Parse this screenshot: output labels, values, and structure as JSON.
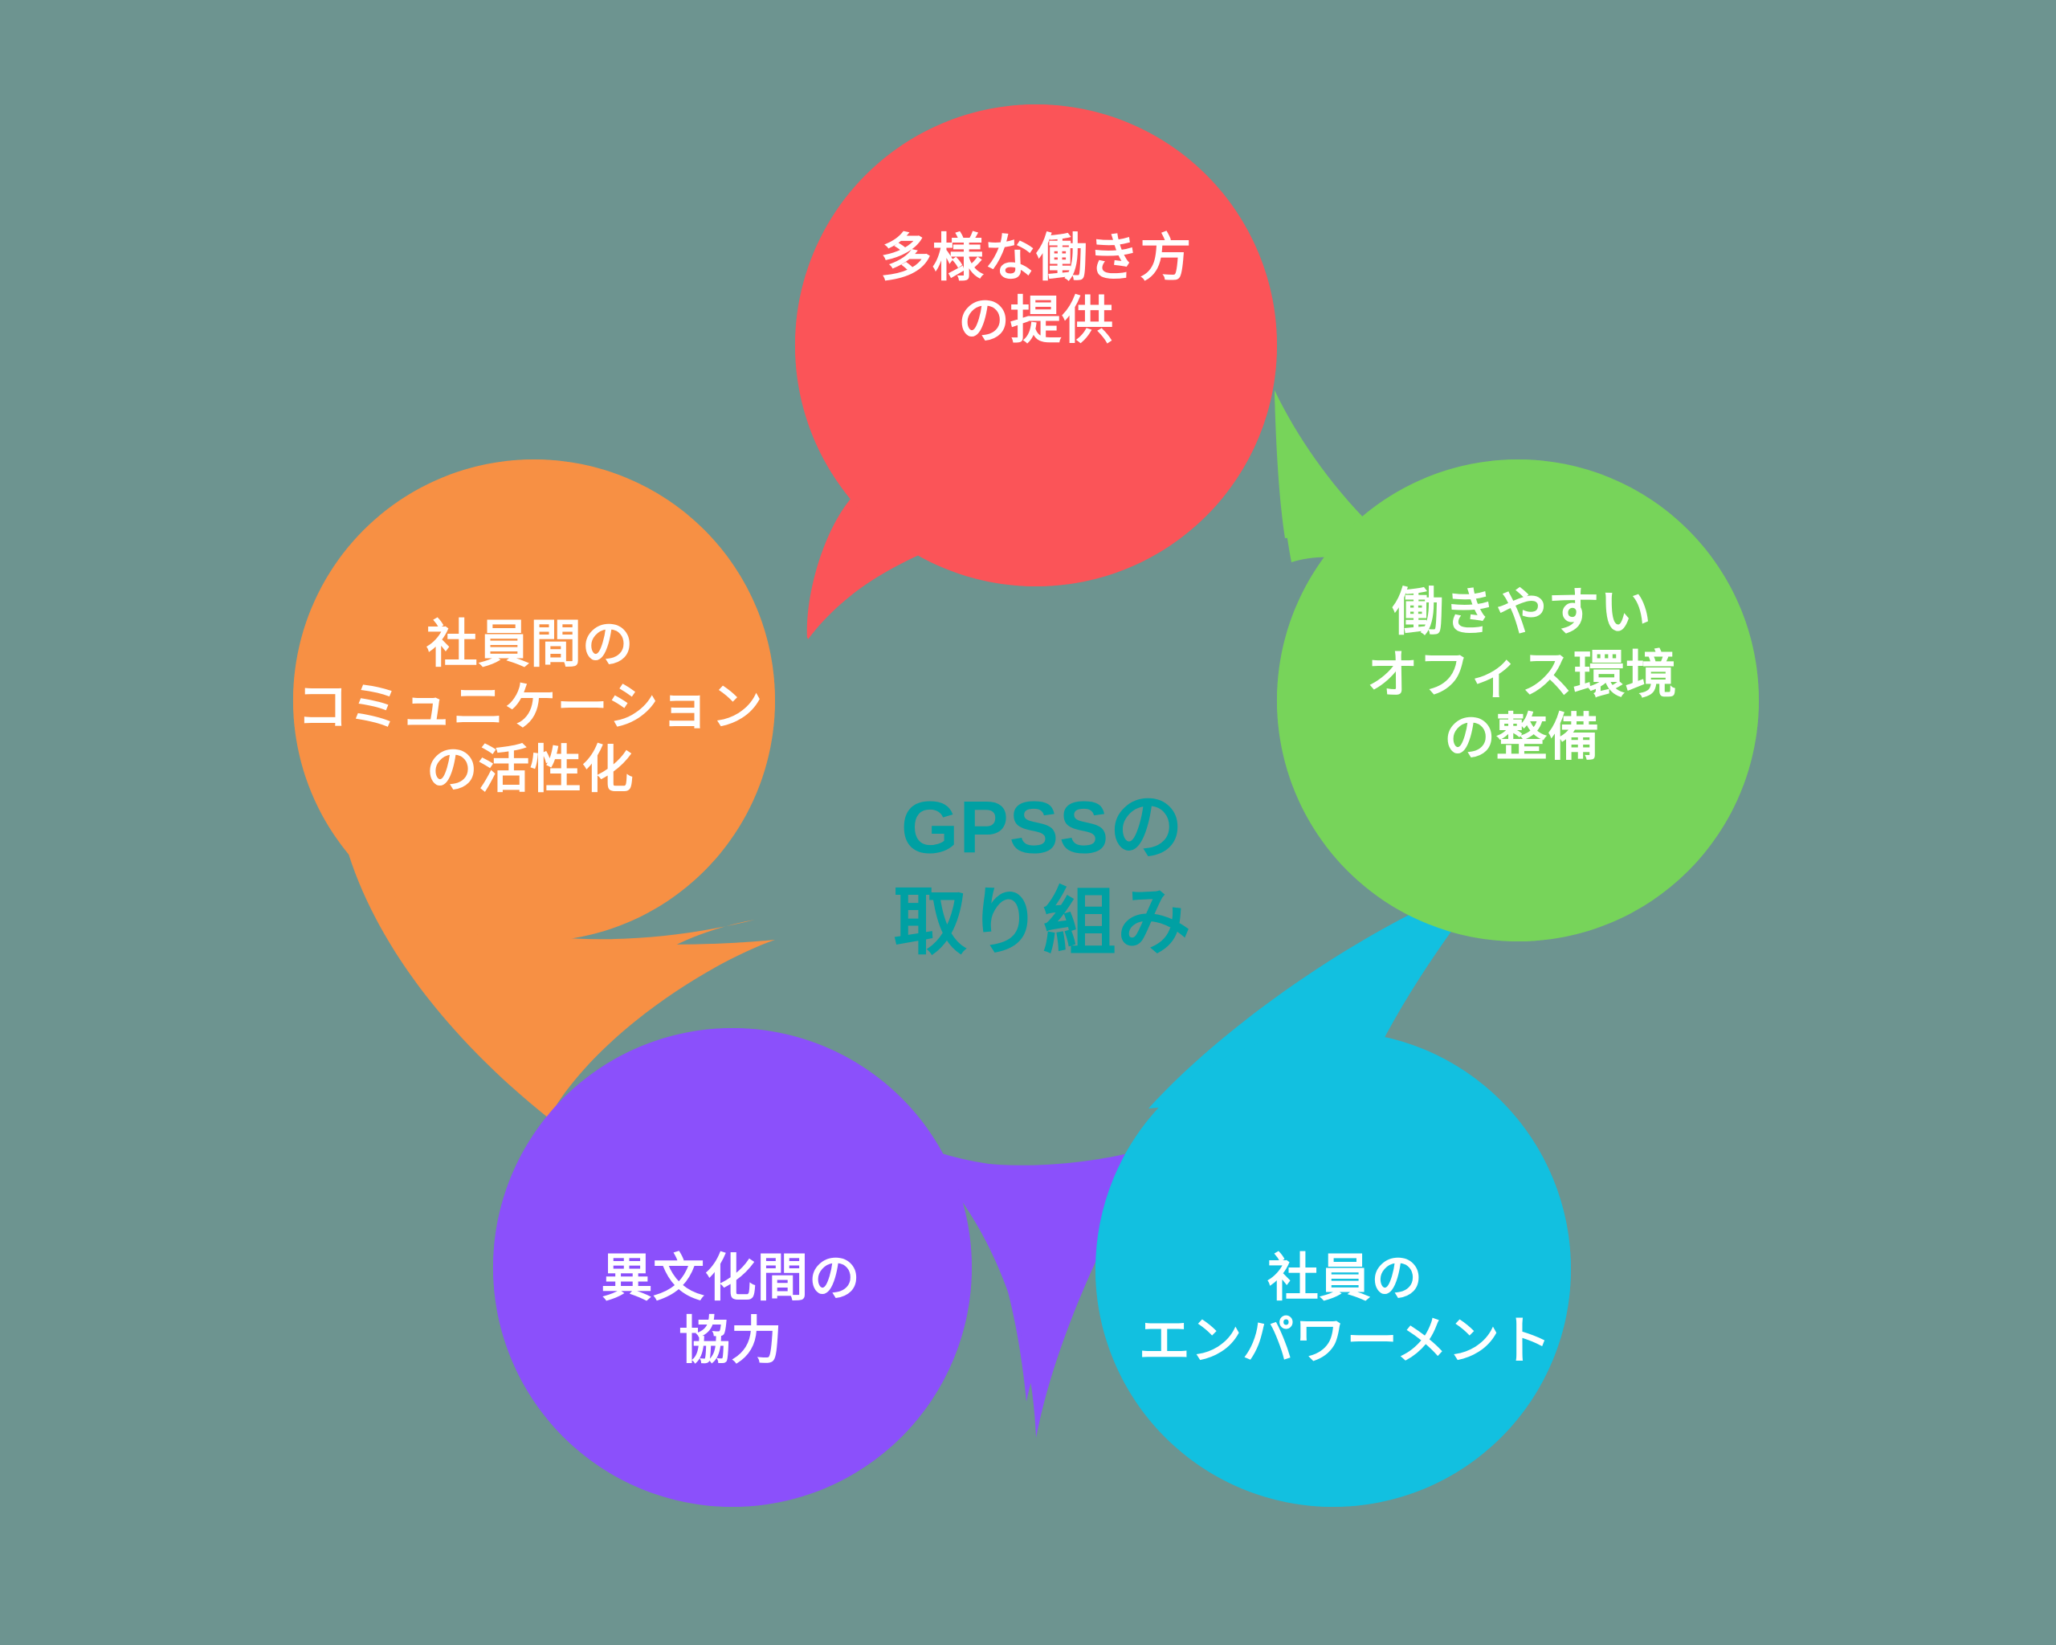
{
  "diagram": {
    "title": "GPSSの取り組み",
    "background_color": "#6d9490",
    "center": {
      "text": "GPSSの\n取り組み",
      "color": "#00a0a3"
    },
    "petals": [
      {
        "id": "diverse-work-styles",
        "text": "多様な働き方\nの提供",
        "color": "#fb5458",
        "text_color": "#ffffff",
        "position": "top"
      },
      {
        "id": "office-environment",
        "text": "働きやすい\nオフィス環境\nの整備",
        "color": "#77d45a",
        "text_color": "#ffffff",
        "position": "top-right"
      },
      {
        "id": "employee-empowerment",
        "text": "社員の\nエンパワーメント",
        "color": "#12c0e0",
        "text_color": "#ffffff",
        "position": "bottom-right"
      },
      {
        "id": "cross-cultural-cooperation",
        "text": "異文化間の\n協力",
        "color": "#8b50fb",
        "text_color": "#ffffff",
        "position": "bottom-left"
      },
      {
        "id": "employee-communication",
        "text": "社員間の\nコミュニケーション\nの活性化",
        "color": "#f79044",
        "text_color": "#ffffff",
        "position": "top-left"
      }
    ]
  }
}
